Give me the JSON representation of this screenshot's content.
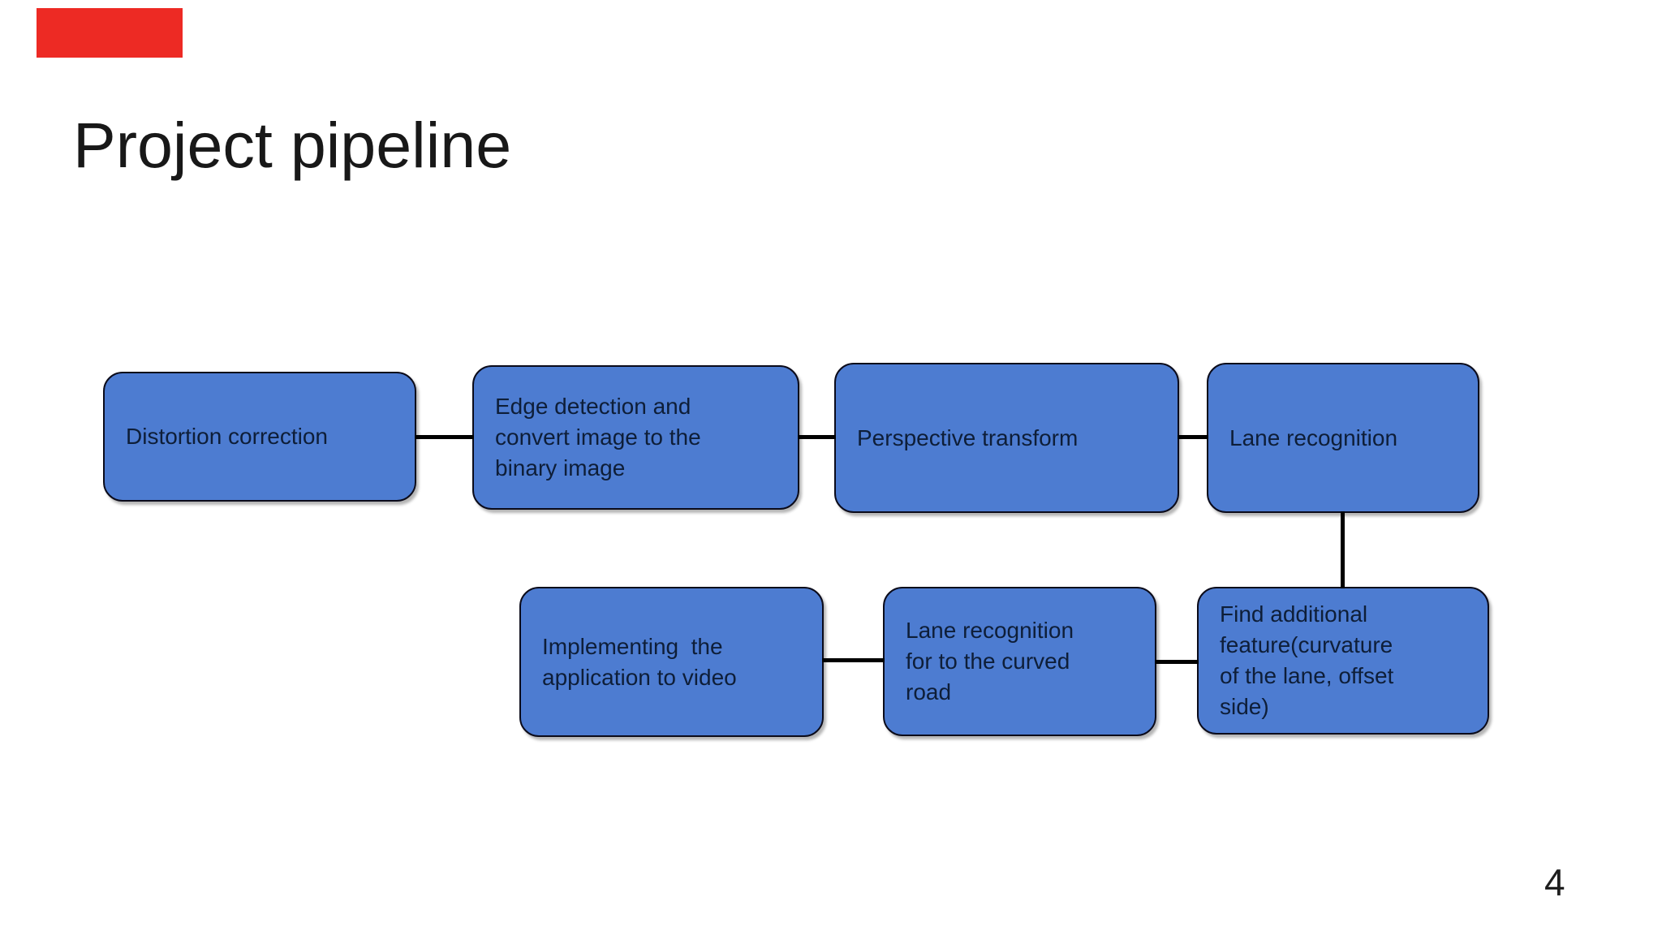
{
  "slide": {
    "title": "Project pipeline",
    "page_number": "4"
  },
  "diagram": {
    "type": "flowchart",
    "row1": [
      {
        "label": "Distortion correction"
      },
      {
        "label": "Edge detection and\nconvert image to the\nbinary image"
      },
      {
        "label": "Perspective transform"
      },
      {
        "label": "Lane recognition"
      }
    ],
    "row2": [
      {
        "label": "Implementing  the\napplication to video"
      },
      {
        "label": "Lane recognition\nfor to the curved\nroad"
      },
      {
        "label": "Find additional\nfeature(curvature\nof the lane, offset\nside)"
      }
    ],
    "connections": [
      "Distortion correction -> Edge detection and convert image to the binary image",
      "Edge detection and convert image to the binary image -> Perspective transform",
      "Perspective transform -> Lane recognition",
      "Lane recognition -> Find additional feature(curvature of the lane, offset side)",
      "Find additional feature(curvature of the lane, offset side) -> Lane recognition for to the curved road",
      "Lane recognition for to the curved road -> Implementing the application to video"
    ]
  },
  "colors": {
    "box_fill": "#4d7cd1",
    "box_border": "#0b0b1a",
    "box_text": "#0e1e38",
    "connector": "#000000",
    "red_marker": "#ed2a24",
    "background": "#ffffff"
  }
}
